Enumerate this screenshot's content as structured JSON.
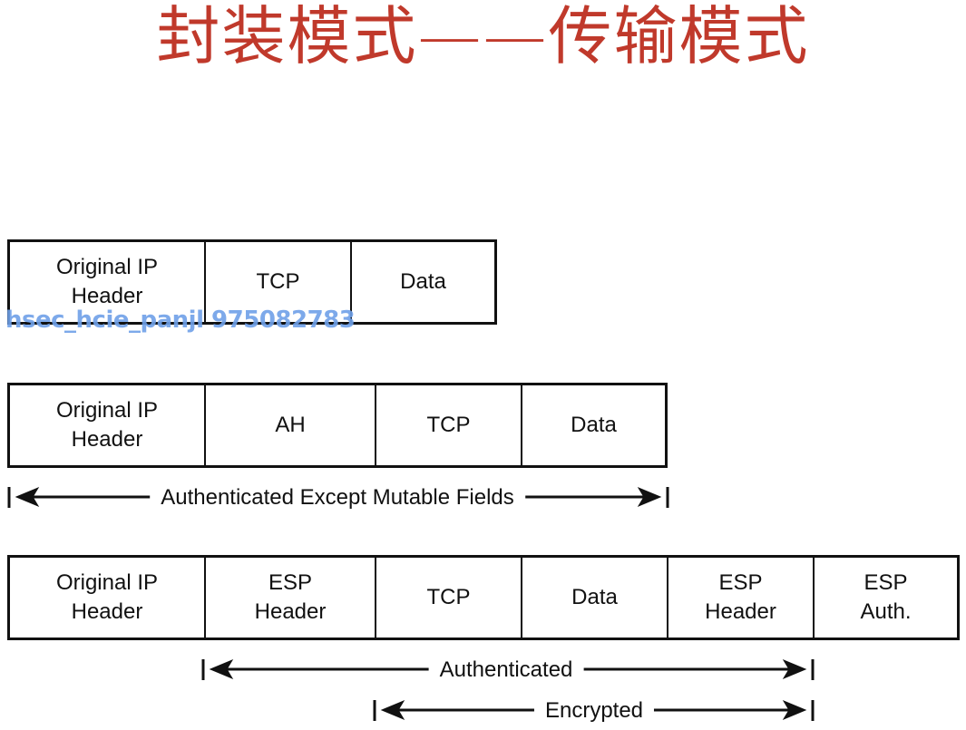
{
  "title": "封装模式——传输模式",
  "watermark": "hsec_hcie_panjl 975082783",
  "colors": {
    "title": "#c0392b",
    "watermark": "#6fa0e8",
    "lines": "#111111"
  },
  "packets": [
    {
      "name": "original-packet",
      "fields": [
        "Original IP\nHeader",
        "TCP",
        "Data"
      ]
    },
    {
      "name": "ah-transport-packet",
      "fields": [
        "Original IP\nHeader",
        "AH",
        "TCP",
        "Data"
      ]
    },
    {
      "name": "esp-transport-packet",
      "fields": [
        "Original IP\nHeader",
        "ESP\nHeader",
        "TCP",
        "Data",
        "ESP\nHeader",
        "ESP\nAuth."
      ]
    }
  ],
  "ranges": {
    "ah_authenticated": "Authenticated Except Mutable Fields",
    "esp_authenticated": "Authenticated",
    "esp_encrypted": "Encrypted"
  }
}
